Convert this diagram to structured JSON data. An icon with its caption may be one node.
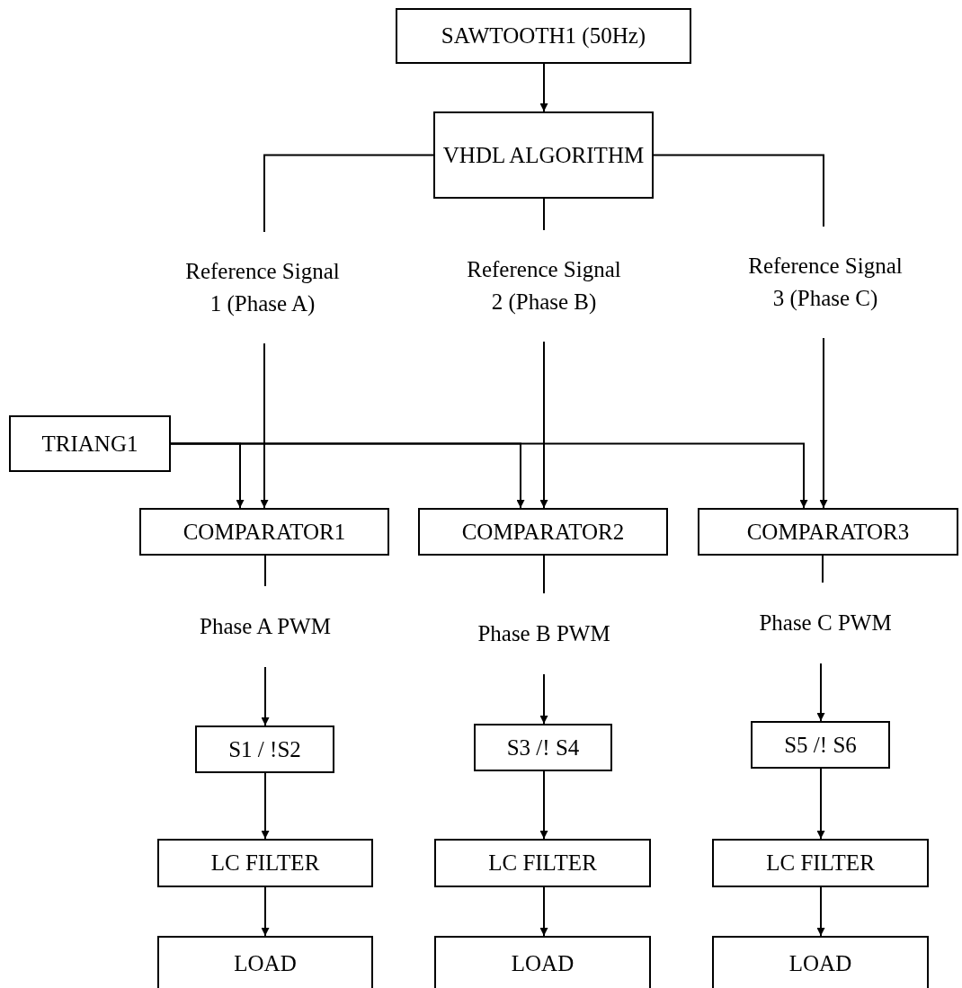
{
  "diagram": {
    "nodes": [
      {
        "text": [
          "SAWTOOTH1 (50Hz)"
        ]
      },
      {
        "text": [
          "VHDL ALGORITHM"
        ]
      },
      {
        "text": [
          "Reference Signal 1 (Phase A)"
        ]
      },
      {
        "text": [
          "Reference Signal 2 (Phase B)"
        ]
      },
      {
        "text": [
          "Reference Signal 3 (Phase C)"
        ]
      },
      {
        "text": [
          "TRIANG1"
        ]
      },
      {
        "text": [
          "COMPARATOR1"
        ]
      },
      {
        "text": [
          "COMPARATOR2"
        ]
      },
      {
        "text": [
          "COMPARATOR3"
        ]
      },
      {
        "text": [
          "Phase A PWM"
        ]
      },
      {
        "text": [
          "Phase B PWM"
        ]
      },
      {
        "text": [
          "Phase C PWM"
        ]
      },
      {
        "text": [
          "S1 / !S2"
        ]
      },
      {
        "text": [
          "S3 /! S4"
        ]
      },
      {
        "text": [
          "S5 /! S6"
        ]
      },
      {
        "text": [
          "LC FILTER"
        ]
      },
      {
        "text": [
          "LC FILTER"
        ]
      },
      {
        "text": [
          "LC FILTER"
        ]
      },
      {
        "text": [
          "LOAD"
        ]
      },
      {
        "text": [
          "LOAD"
        ]
      },
      {
        "text": [
          "LOAD"
        ]
      }
    ],
    "edges": [
      {
        "from": 0,
        "to": 1,
        "arrow": "to"
      },
      {
        "from": 1,
        "to": 2,
        "arrow": "none"
      },
      {
        "from": 1,
        "to": 3,
        "arrow": "none"
      },
      {
        "from": 1,
        "to": 4,
        "arrow": "none"
      },
      {
        "from": 2,
        "to": 6,
        "arrow": "to"
      },
      {
        "from": 3,
        "to": 7,
        "arrow": "to"
      },
      {
        "from": 4,
        "to": 8,
        "arrow": "to"
      },
      {
        "from": 5,
        "to": 6,
        "arrow": "to"
      },
      {
        "from": 5,
        "to": 7,
        "arrow": "to"
      },
      {
        "from": 5,
        "to": 8,
        "arrow": "to"
      },
      {
        "from": 6,
        "to": 9,
        "arrow": "none"
      },
      {
        "from": 7,
        "to": 10,
        "arrow": "none"
      },
      {
        "from": 8,
        "to": 11,
        "arrow": "none"
      },
      {
        "from": 9,
        "to": 12,
        "arrow": "to"
      },
      {
        "from": 10,
        "to": 13,
        "arrow": "to"
      },
      {
        "from": 11,
        "to": 14,
        "arrow": "to"
      },
      {
        "from": 12,
        "to": 15,
        "arrow": "to"
      },
      {
        "from": 13,
        "to": 16,
        "arrow": "to"
      },
      {
        "from": 14,
        "to": 17,
        "arrow": "to"
      },
      {
        "from": 15,
        "to": 18,
        "arrow": "to"
      },
      {
        "from": 16,
        "to": 19,
        "arrow": "to"
      },
      {
        "from": 17,
        "to": 20,
        "arrow": "to"
      }
    ]
  }
}
